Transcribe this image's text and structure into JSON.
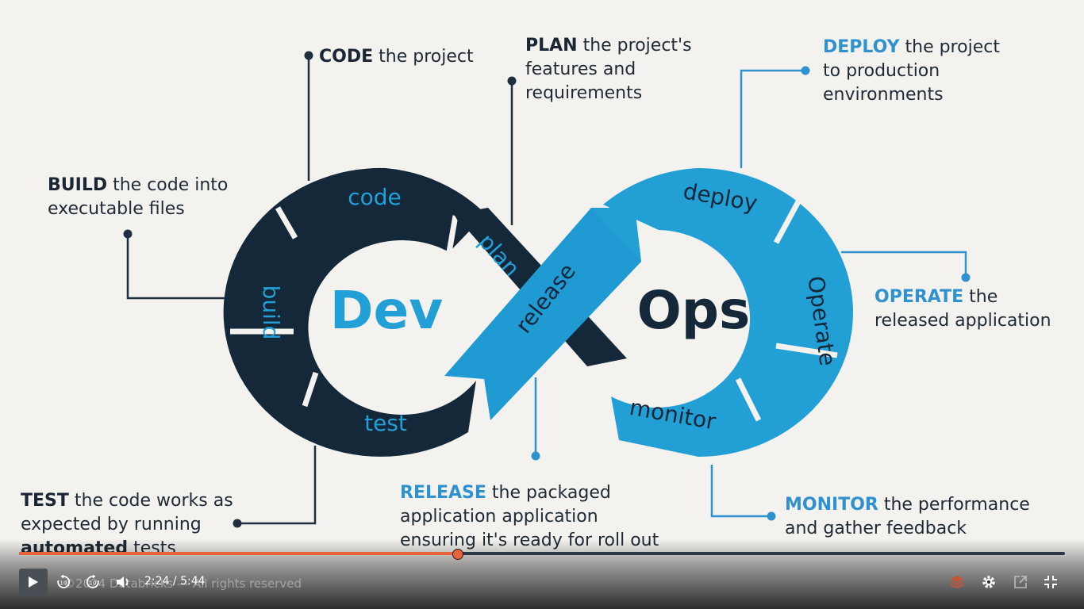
{
  "diagram": {
    "center_left": "Dev",
    "center_right": "Ops",
    "segments": {
      "code": "code",
      "plan": "plan",
      "build": "build",
      "test": "test",
      "release": "release",
      "deploy": "deploy",
      "operate": "Operate",
      "monitor": "monitor"
    },
    "colors": {
      "dark": "#14283a",
      "blue": "#22a0d6",
      "accent_text": "#2f92cf"
    }
  },
  "annotations": {
    "code": {
      "keyword": "CODE",
      "text": " the project"
    },
    "plan": {
      "keyword": "PLAN",
      "text": " the project's features and requirements"
    },
    "deploy": {
      "keyword": "DEPLOY",
      "text": " the project to production environments"
    },
    "build": {
      "keyword": "BUILD",
      "text": " the code into executable files"
    },
    "operate": {
      "keyword": "OPERATE",
      "text": " the released application"
    },
    "test": {
      "keyword": "TEST",
      "text": " the code works as expected by running ",
      "bold_tail": "automated",
      "tail": " tests"
    },
    "release": {
      "keyword": "RELEASE",
      "text": " the packaged application application ensuring it's ready for roll out"
    },
    "monitor": {
      "keyword": "MONITOR",
      "text": " the performance and gather feedback"
    }
  },
  "player": {
    "time_current": "2:24",
    "time_separator": " / ",
    "time_total": "5:44",
    "progress_fraction": 0.419,
    "footer_note": "©2024 Databricks — All rights reserved",
    "icons": [
      "play-icon",
      "rewind-10-icon",
      "forward-10-icon",
      "volume-icon",
      "layers-icon",
      "gear-icon",
      "open-external-icon",
      "fullscreen-icon"
    ]
  }
}
